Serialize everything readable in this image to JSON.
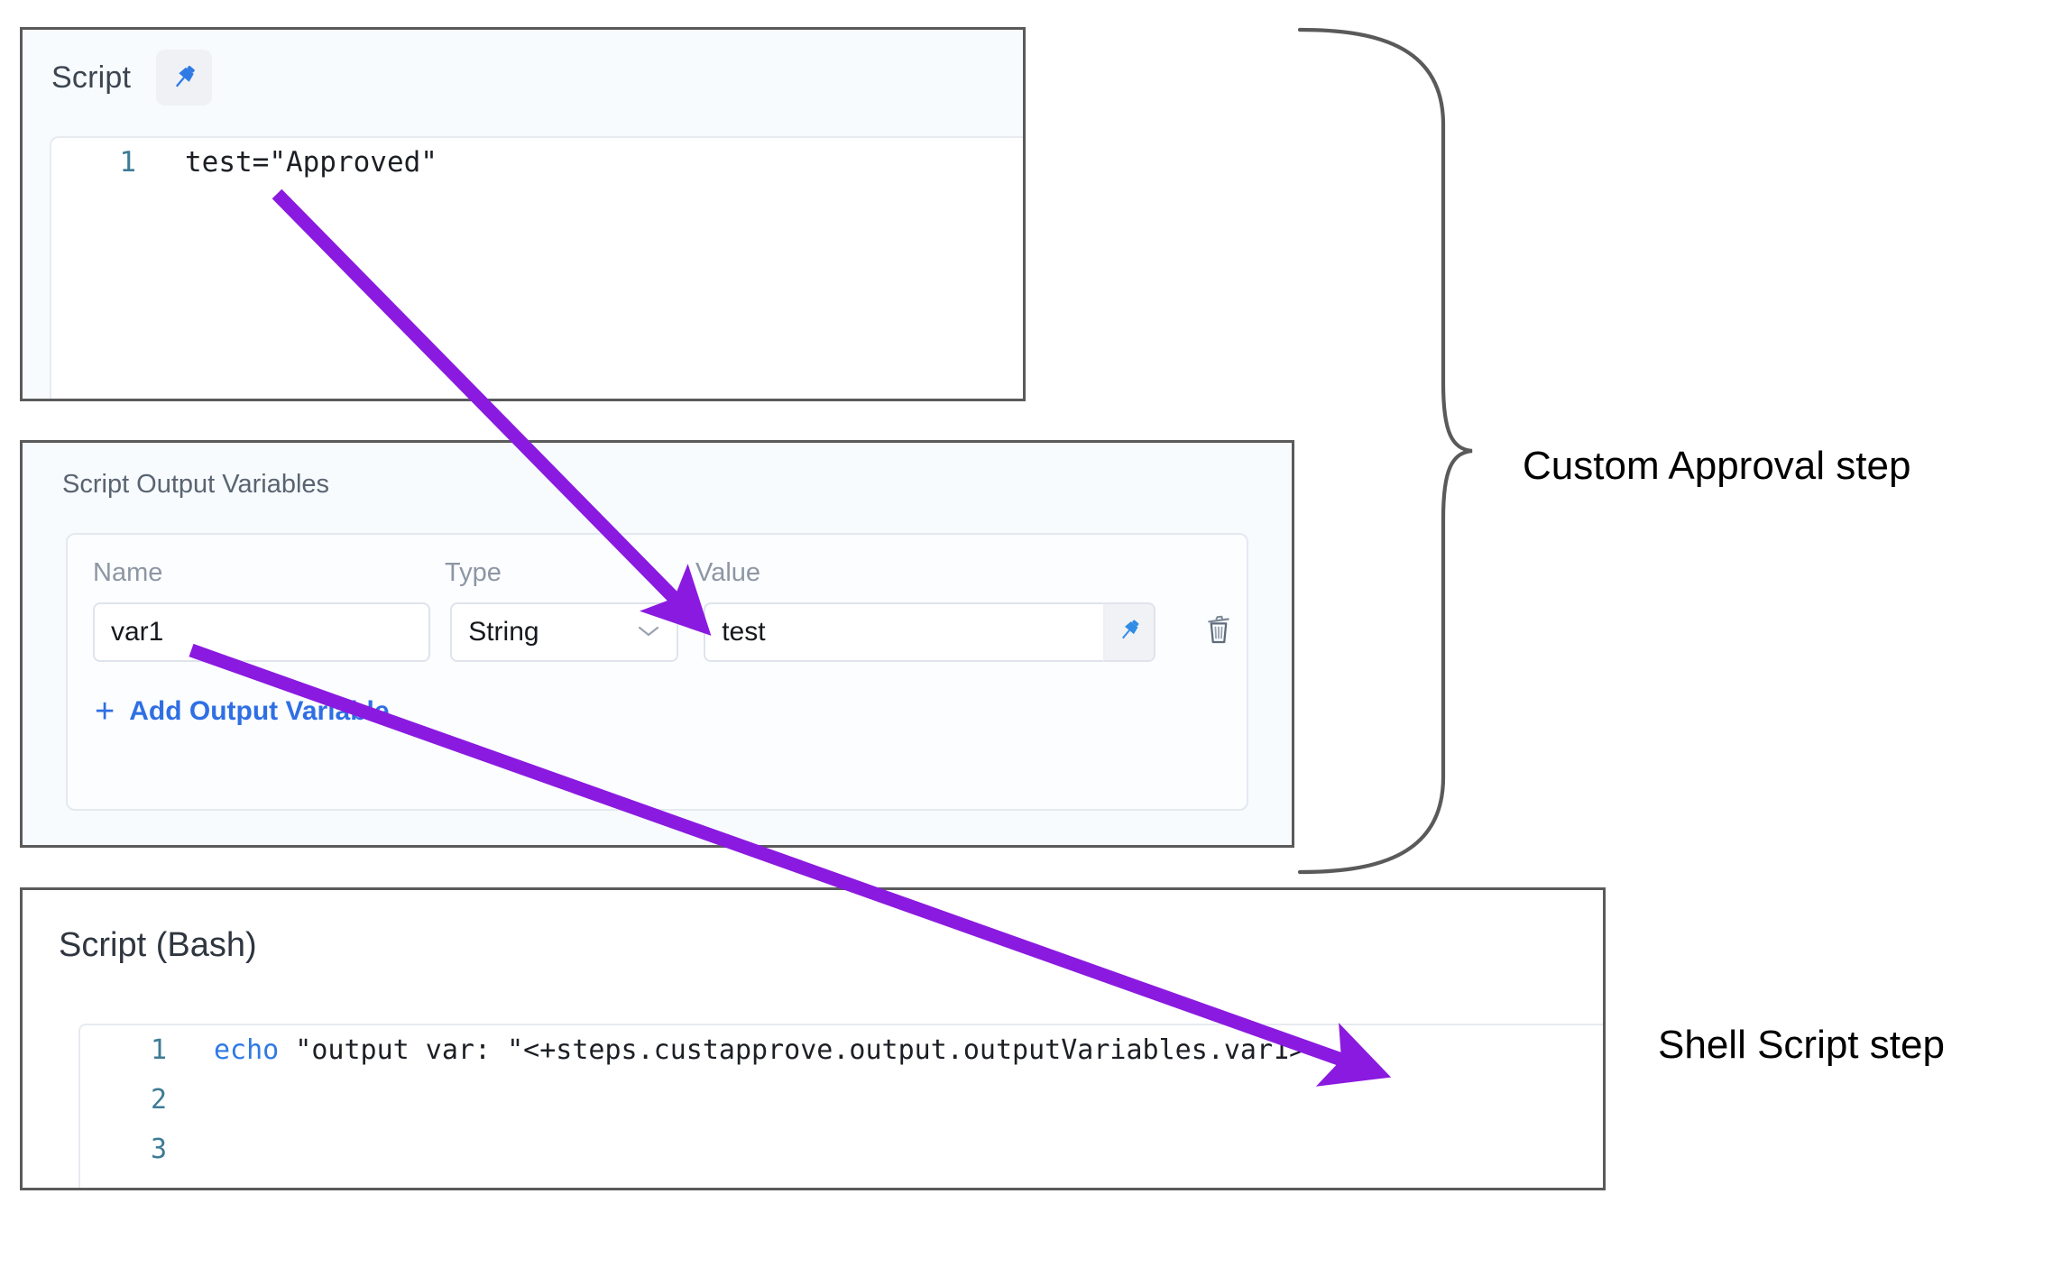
{
  "script_panel": {
    "title": "Script",
    "pin_icon": "pin-icon",
    "code": {
      "lines": [
        {
          "number": "1",
          "text": "test=\"Approved\""
        }
      ]
    }
  },
  "output_variables_panel": {
    "title": "Script Output Variables",
    "columns": {
      "name": "Name",
      "type": "Type",
      "value": "Value"
    },
    "rows": [
      {
        "name": "var1",
        "type": "String",
        "type_chevron_icon": "chevron-down-icon",
        "value": "test",
        "value_pin_icon": "pin-icon",
        "delete_icon": "trash-icon"
      }
    ],
    "add_button": {
      "plus": "+",
      "label": "Add Output Variable"
    }
  },
  "bash_panel": {
    "title": "Script (Bash)",
    "code": {
      "lines": [
        {
          "number": "1",
          "keyword": "echo",
          "text": " \"output var: \"<+steps.custapprove.output.outputVariables.var1>"
        },
        {
          "number": "2",
          "keyword": "",
          "text": ""
        },
        {
          "number": "3",
          "keyword": "",
          "text": ""
        }
      ]
    }
  },
  "annotations": {
    "brace_label": "Custom Approval step",
    "shell_label": "Shell Script step",
    "arrow_color": "#8a1ae0",
    "brace_color": "#5a5a5a",
    "arrows": [
      {
        "name": "arrow-script-to-value",
        "from": "test=\"Approved\"",
        "to": "Value"
      },
      {
        "name": "arrow-var1-to-expression",
        "from": "var1",
        "to": "outputVariables.var1"
      }
    ]
  }
}
